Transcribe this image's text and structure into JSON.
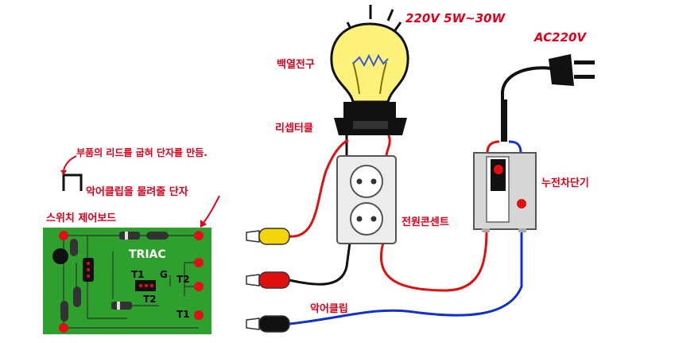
{
  "colors": {
    "label_red": "#e0001b",
    "board_green": "#2ea02e",
    "pad_red": "#e0101a",
    "wire_red": "#e01010",
    "wire_black": "#111111",
    "wire_blue": "#1030d0",
    "bulb_yellow": "#fff27a",
    "clip_yellow": "#f4d40a"
  },
  "labels": {
    "bulb_spec": "220V 5W~30W",
    "ac_power": "AC220V",
    "bulb": "백열전구",
    "socket": "리셉터클",
    "lead_note": "부품의 리드를 굽혀 단자를 만듬.",
    "clip_terminal": "악어클립을 물려줄 단자",
    "switch_board": "스위치 제어보드",
    "outlet": "전원콘센트",
    "breaker": "누전차단기",
    "alligator_clip": "악어클립"
  },
  "board": {
    "title": "TRIAC",
    "pins": [
      "T1",
      "G",
      "T2",
      "T2",
      "T1"
    ]
  },
  "icons": [
    "light-bulb-icon",
    "power-plug-icon",
    "alligator-clip-icon",
    "outlet-icon",
    "breaker-icon"
  ]
}
